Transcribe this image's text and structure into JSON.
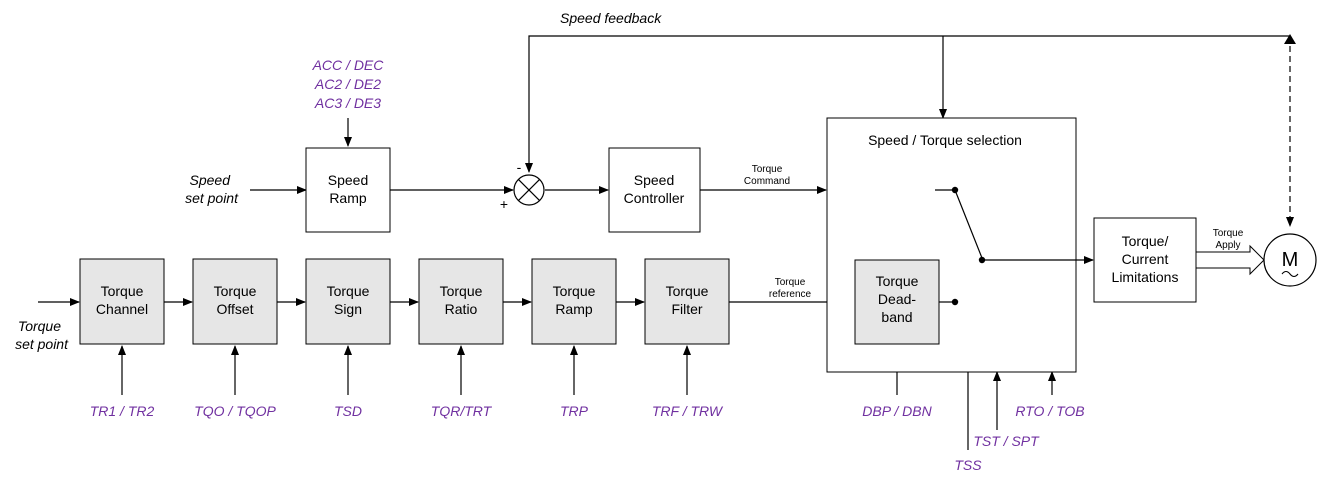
{
  "inputs": {
    "speed_set_point": [
      "Speed",
      "set point"
    ],
    "torque_set_point": [
      "Torque",
      "set point"
    ]
  },
  "feedback_label": "Speed feedback",
  "speed_ramp": {
    "lines": [
      "Speed",
      "Ramp"
    ],
    "params": [
      "ACC / DEC",
      "AC2 / DE2",
      "AC3 / DE3"
    ]
  },
  "summer": {
    "minus": "-",
    "plus": "+"
  },
  "speed_controller": [
    "Speed",
    "Controller"
  ],
  "torque_command_label": [
    "Torque",
    "Command"
  ],
  "torque_reference_label": [
    "Torque",
    "reference"
  ],
  "torque_apply_label": [
    "Torque",
    "Apply"
  ],
  "chain": [
    {
      "id": "channel",
      "lines": [
        "Torque",
        "Channel"
      ],
      "param": "TR1 / TR2"
    },
    {
      "id": "offset",
      "lines": [
        "Torque",
        "Offset"
      ],
      "param": "TQO / TQOP"
    },
    {
      "id": "sign",
      "lines": [
        "Torque",
        "Sign"
      ],
      "param": "TSD"
    },
    {
      "id": "ratio",
      "lines": [
        "Torque",
        "Ratio"
      ],
      "param": "TQR/TRT"
    },
    {
      "id": "ramp",
      "lines": [
        "Torque",
        "Ramp"
      ],
      "param": "TRP"
    },
    {
      "id": "filter",
      "lines": [
        "Torque",
        "Filter"
      ],
      "param": "TRF / TRW"
    }
  ],
  "selection": {
    "title": "Speed / Torque selection",
    "deadband": [
      "Torque",
      "Dead-",
      "band"
    ],
    "params": {
      "deadband": "DBP / DBN",
      "switch": "TSS",
      "selection": "TST / SPT",
      "limits": "RTO / TOB"
    }
  },
  "limitations": [
    "Torque/",
    "Current",
    "Limitations"
  ],
  "motor": "M",
  "colors": {
    "param_text": "#7030a0",
    "block_fill": "#e6e6e6"
  }
}
